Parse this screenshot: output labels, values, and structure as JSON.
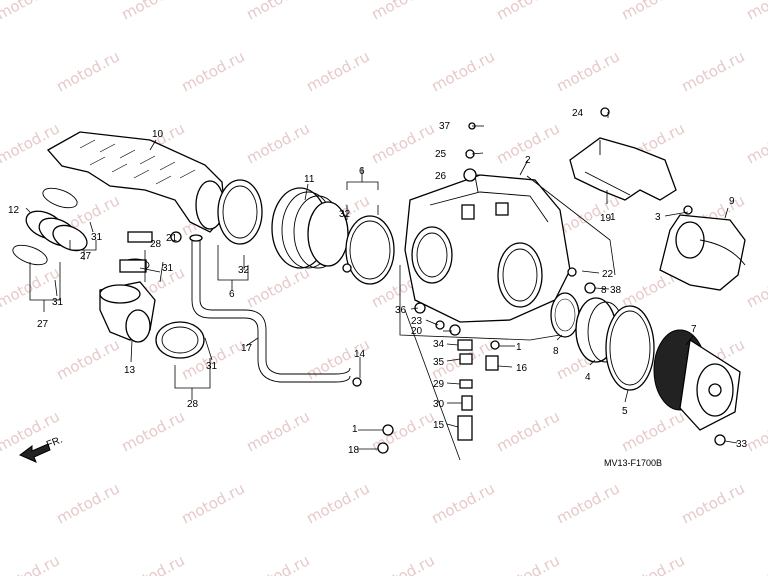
{
  "diagram": {
    "watermark_text": "motod.ru",
    "code": "MV13-F1700B",
    "front_label": "FR.",
    "callouts": [
      "1",
      "1",
      "1",
      "2",
      "3",
      "4",
      "5",
      "6",
      "6",
      "7",
      "8",
      "8",
      "9",
      "10",
      "11",
      "12",
      "13",
      "14",
      "15",
      "16",
      "17",
      "18",
      "19",
      "20",
      "21",
      "22",
      "23",
      "24",
      "25",
      "26",
      "27",
      "27",
      "28",
      "28",
      "29",
      "30",
      "31",
      "31",
      "31",
      "31",
      "32",
      "32",
      "33",
      "34",
      "35",
      "36",
      "37",
      "38"
    ]
  }
}
